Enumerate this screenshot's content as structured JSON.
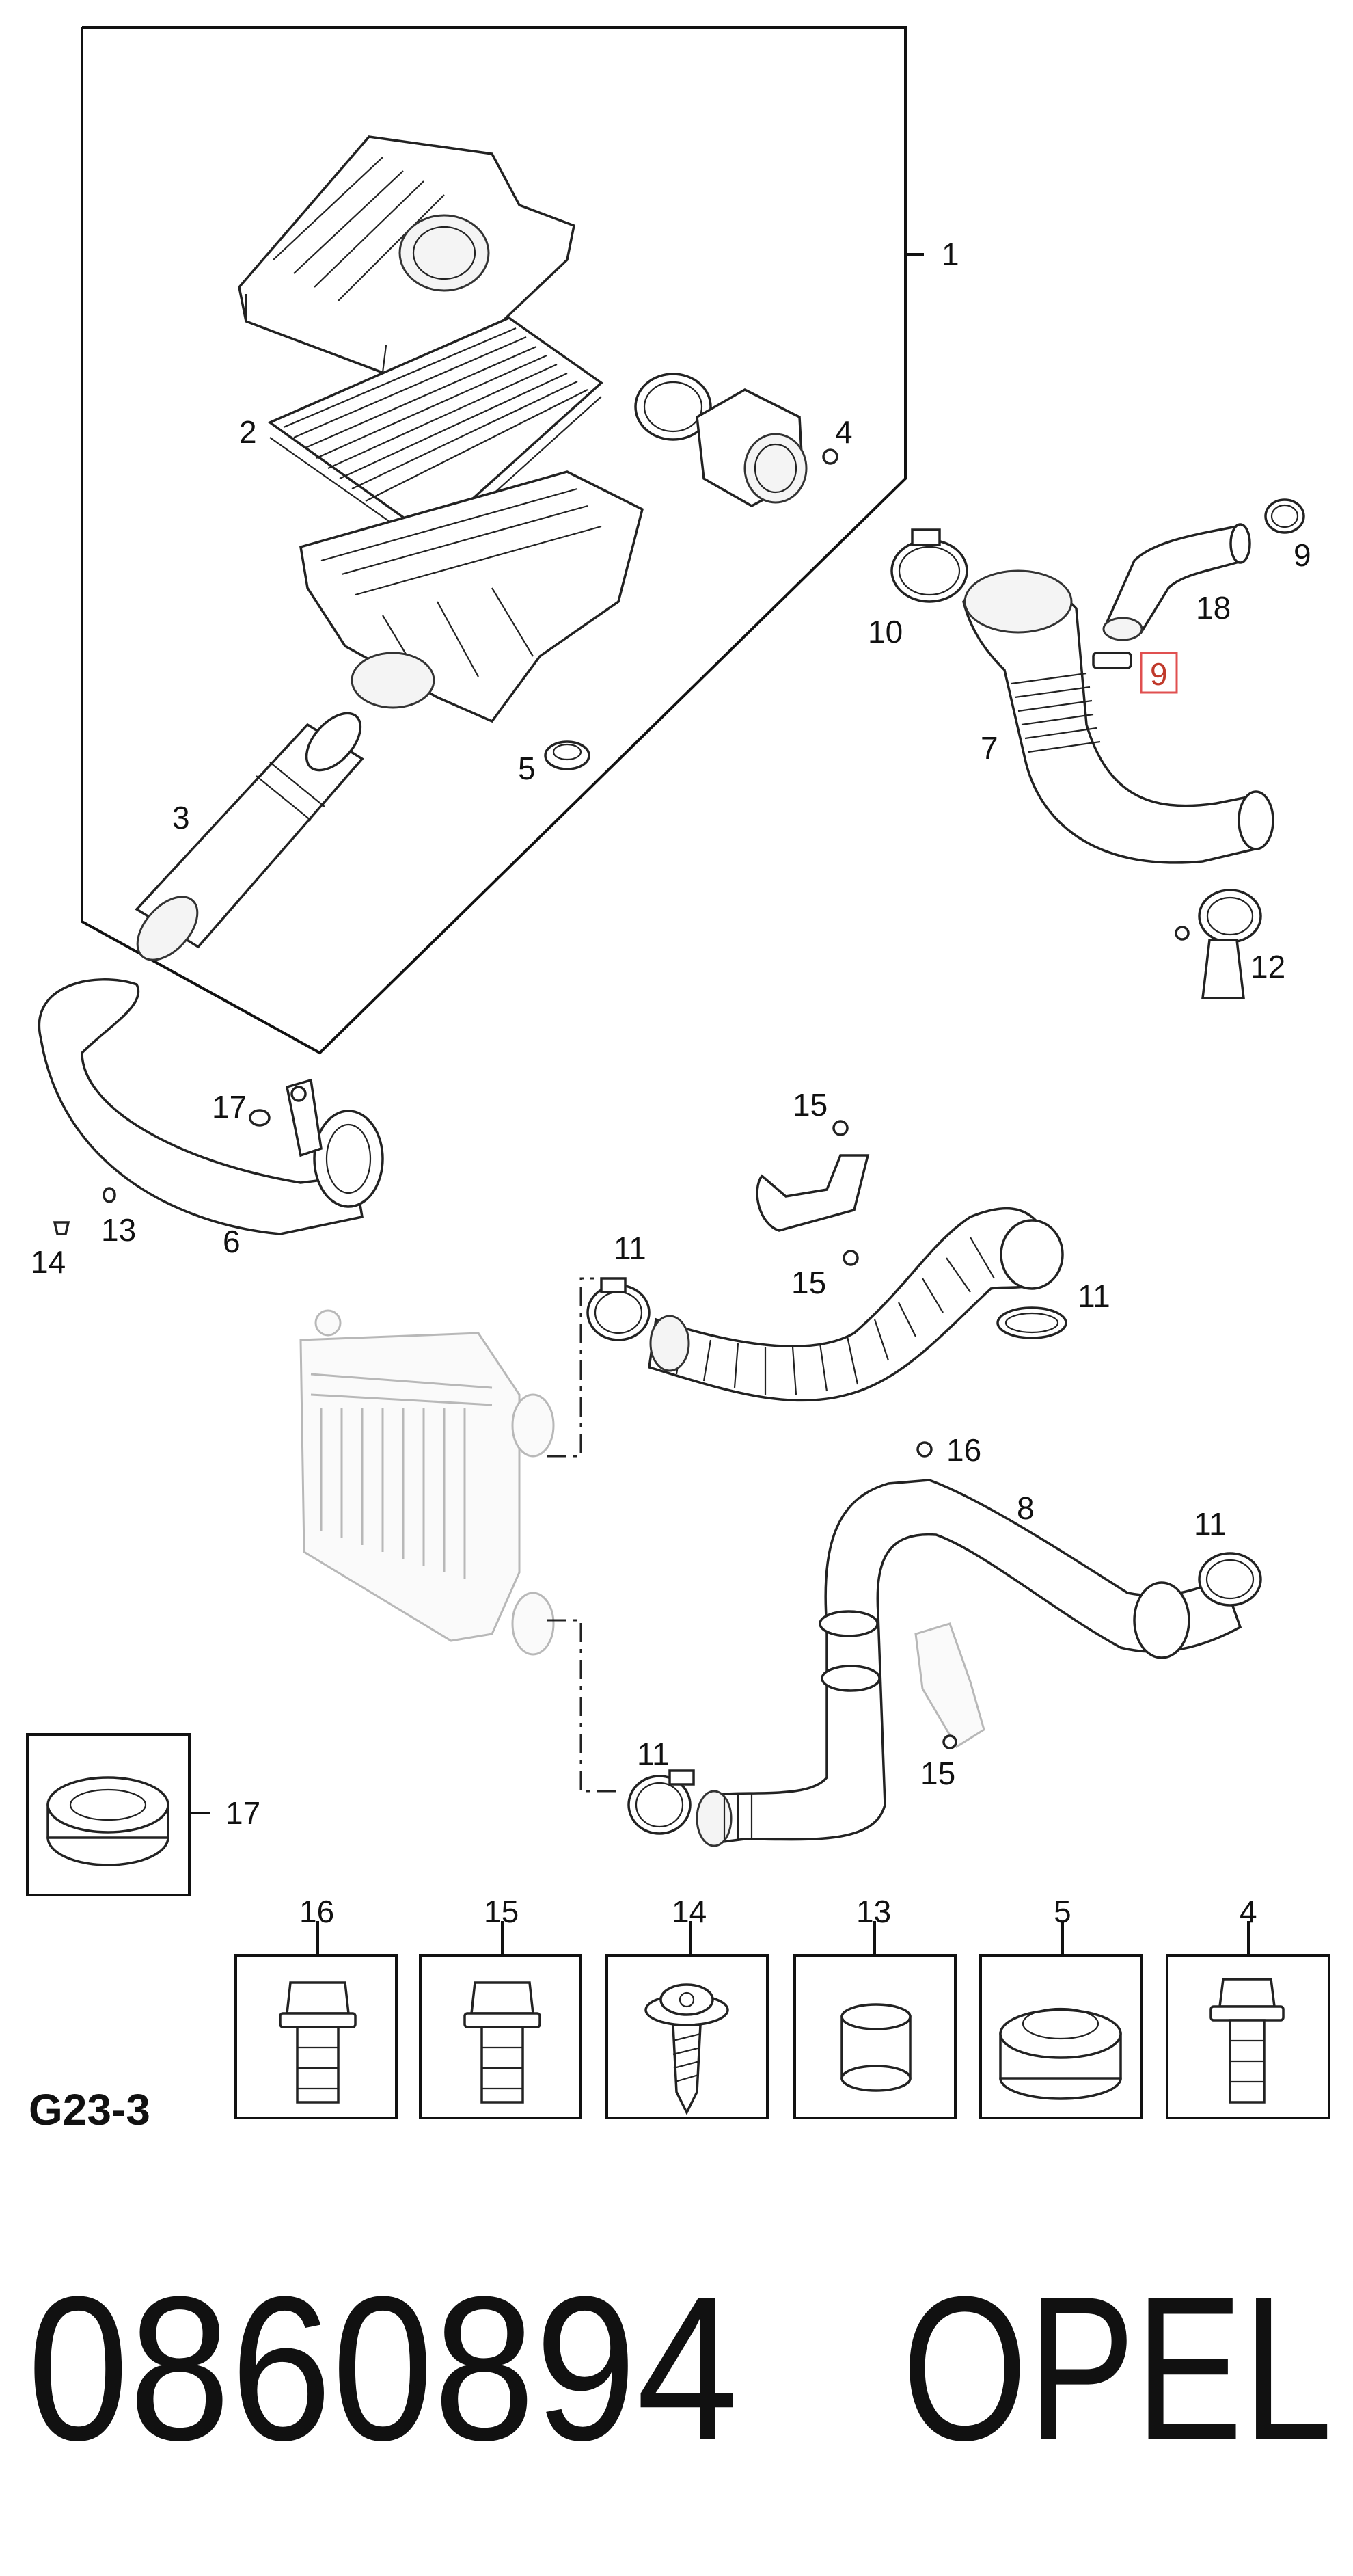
{
  "callouts": {
    "c1": "1",
    "c2": "2",
    "c3": "3",
    "c4": "4",
    "c5": "5",
    "c6": "6",
    "c7": "7",
    "c8": "8",
    "c9a": "9",
    "c9b": "9",
    "c10": "10",
    "c11a": "11",
    "c11b": "11",
    "c11c": "11",
    "c11d": "11",
    "c12": "12",
    "c13": "13",
    "c14": "14",
    "c15a": "15",
    "c15b": "15",
    "c15c": "15",
    "c16": "16",
    "c17a": "17",
    "c17b": "17",
    "c18": "18"
  },
  "legend": {
    "items": [
      {
        "label": "16"
      },
      {
        "label": "15"
      },
      {
        "label": "14"
      },
      {
        "label": "13"
      },
      {
        "label": "5"
      },
      {
        "label": "4"
      }
    ]
  },
  "sheet_code": "G23-3",
  "part_number": "0860894",
  "brand": "OPEL",
  "highlight_color": "#e05050"
}
